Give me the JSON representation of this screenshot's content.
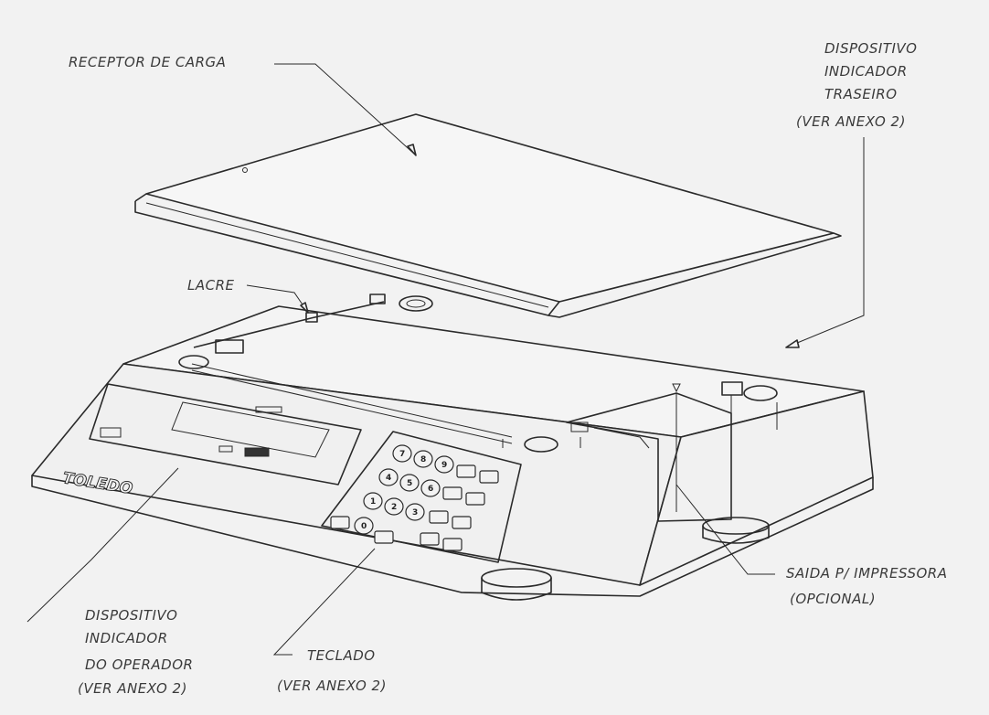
{
  "labels": {
    "receptor": "RECEPTOR DE CARGA",
    "traseiro_1": "DISPOSITIVO",
    "traseiro_2": "INDICADOR",
    "traseiro_3": "TRASEIRO",
    "traseiro_4": "(VER ANEXO 2)",
    "lacre": "LACRE",
    "saida_1": "SAIDA P/ IMPRESSORA",
    "saida_2": "(OPCIONAL)",
    "operador_1": "DISPOSITIVO",
    "operador_2": "INDICADOR",
    "operador_3": "DO OPERADOR",
    "operador_4": "(VER ANEXO 2)",
    "teclado_1": "TECLADO",
    "teclado_2": "(VER ANEXO 2)"
  },
  "brand": "TOLEDO",
  "keypad": [
    "7",
    "8",
    "9",
    "4",
    "5",
    "6",
    "1",
    "2",
    "3",
    "0"
  ]
}
